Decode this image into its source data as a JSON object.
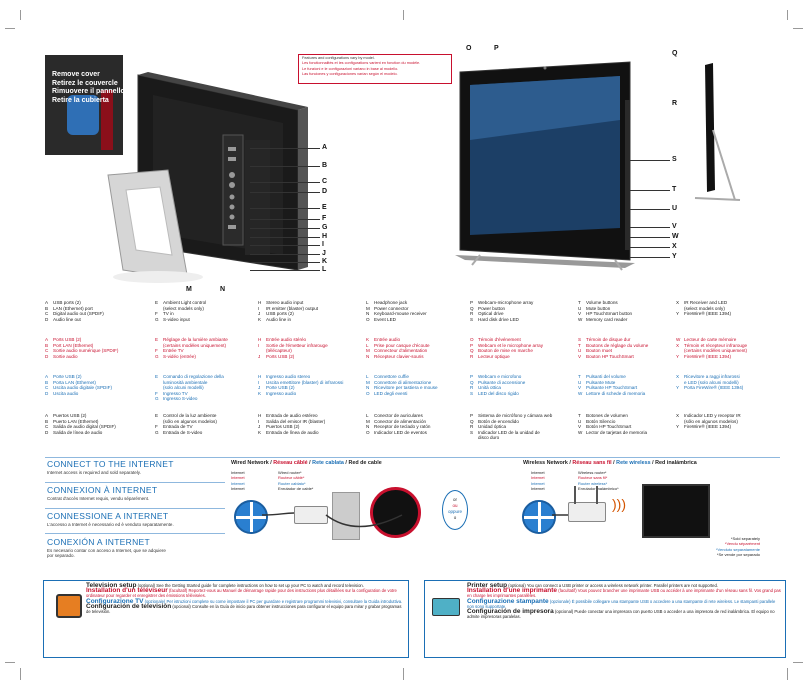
{
  "notice": {
    "lines": [
      "Features and configurations vary by model.",
      "Les fonctionnalités et les configurations varient en fonction du modèle.",
      "Le funzioni e le configurazioni variano in base al modello.",
      "Las funciones y configuraciones varían según el modelo."
    ]
  },
  "cover": {
    "lines": [
      "Remove cover",
      "Retirez le couvercle",
      "Rimuovere il pannello",
      "Retire la cubierta"
    ]
  },
  "callouts": {
    "left": [
      "A",
      "B",
      "C",
      "D",
      "E",
      "F",
      "G",
      "H",
      "I",
      "J",
      "K",
      "L"
    ],
    "bottom": [
      "M",
      "N"
    ],
    "top": [
      "O",
      "P"
    ],
    "right": [
      "Q",
      "R",
      "S",
      "T",
      "U",
      "V",
      "W",
      "X",
      "Y"
    ]
  },
  "legend": {
    "english": [
      [
        "A",
        "USB ports (2)"
      ],
      [
        "B",
        "LAN (Ethernet) port"
      ],
      [
        "C",
        "Digital audio out (SPDIF)"
      ],
      [
        "D",
        "Audio line out"
      ],
      [
        "E",
        "Ambient Light control"
      ],
      [
        "",
        "(select models only)"
      ],
      [
        "F",
        "TV in"
      ],
      [
        "G",
        "S-video input"
      ],
      [
        "H",
        "Stereo audio input"
      ],
      [
        "I",
        "IR emitter (blaster) output"
      ],
      [
        "J",
        "USB ports (2)"
      ],
      [
        "K",
        "Audio line in"
      ],
      [
        "L",
        "Headphone jack"
      ],
      [
        "M",
        "Power connector"
      ],
      [
        "N",
        "Keyboard-mouse receiver"
      ],
      [
        "O",
        "Event LED"
      ],
      [
        "P",
        "Webcam-microphone array"
      ],
      [
        "Q",
        "Power button"
      ],
      [
        "R",
        "Optical drive"
      ],
      [
        "S",
        "Hard disk drive LED"
      ],
      [
        "T",
        "Volume buttons"
      ],
      [
        "U",
        "Mute button"
      ],
      [
        "V",
        "HP TouchSmart button"
      ],
      [
        "W",
        "Memory card reader"
      ],
      [
        "X",
        "IR Receiver and LED"
      ],
      [
        "",
        "(select models only)"
      ],
      [
        "Y",
        "FireWire® (IEEE 1394)"
      ]
    ],
    "french": [
      [
        "A",
        "Ports USB (2)"
      ],
      [
        "B",
        "Port LAN (Ethernet)"
      ],
      [
        "C",
        "Sortie audio numérique (SPDIF)"
      ],
      [
        "D",
        "Sortie audio"
      ],
      [
        "E",
        "Réglage de la lumière ambiante"
      ],
      [
        "",
        "(certains modèles uniquement)"
      ],
      [
        "F",
        "Entrée TV"
      ],
      [
        "G",
        "S-vidéo (entrée)"
      ],
      [
        "H",
        "Entrée audio stéréo"
      ],
      [
        "I",
        "Sortie de l'émetteur infrarouge"
      ],
      [
        "",
        "(télécapteur)"
      ],
      [
        "J",
        "Ports USB (2)"
      ],
      [
        "K",
        "Entrée audio"
      ],
      [
        "L",
        "Prise pour casque d'écoute"
      ],
      [
        "M",
        "Connecteur d'alimentation"
      ],
      [
        "N",
        "Récepteur clavier-souris"
      ],
      [
        "O",
        "Témoin d'événement"
      ],
      [
        "P",
        "Webcam et le microphone array"
      ],
      [
        "Q",
        "Bouton de mise en marche"
      ],
      [
        "R",
        "Lecteur optique"
      ],
      [
        "S",
        "Témoin de disque dur"
      ],
      [
        "T",
        "Boutons de réglage du volume"
      ],
      [
        "U",
        "Bouton muet"
      ],
      [
        "V",
        "Bouton HP TouchSmart"
      ],
      [
        "W",
        "Lecteur de carte mémoire"
      ],
      [
        "X",
        "Témoin et récepteur infrarouge"
      ],
      [
        "",
        "(certains modèles uniquement)"
      ],
      [
        "Y",
        "FireWire® (IEEE 1394)"
      ]
    ],
    "italian": [
      [
        "A",
        "Porte USB (2)"
      ],
      [
        "B",
        "Porta LAN (Ethernet)"
      ],
      [
        "C",
        "Uscita audio digitale (SPDIF)"
      ],
      [
        "D",
        "Uscita audio"
      ],
      [
        "E",
        "Comando di regolazione della"
      ],
      [
        "",
        "luminosità ambientale"
      ],
      [
        "",
        "(solo alcuni modelli)"
      ],
      [
        "F",
        "Ingresso TV"
      ],
      [
        "G",
        "Ingresso S-video"
      ],
      [
        "H",
        "Ingresso audio stereo"
      ],
      [
        "I",
        "Uscita emettitore (blaster) di infrarossi"
      ],
      [
        "J",
        "Porte USB (2)"
      ],
      [
        "K",
        "Ingresso audio"
      ],
      [
        "L",
        "Connettore cuffie"
      ],
      [
        "M",
        "Connettore di alimentazione"
      ],
      [
        "N",
        "Ricevitore per tastiera e mouse"
      ],
      [
        "O",
        "LED degli eventi"
      ],
      [
        "P",
        "Webcam e microfono"
      ],
      [
        "Q",
        "Pulsante di accensione"
      ],
      [
        "R",
        "Unità ottica"
      ],
      [
        "S",
        "LED del disco rigido"
      ],
      [
        "T",
        "Pulsanti del volume"
      ],
      [
        "U",
        "Pulsante Mute"
      ],
      [
        "V",
        "Pulsante HP TouchSmart"
      ],
      [
        "W",
        "Lettore di schede di memoria"
      ],
      [
        "X",
        "Ricevitore a raggi infrarossi"
      ],
      [
        "",
        "e LED (solo alcuni modelli)"
      ],
      [
        "Y",
        "Porta FireWire® (IEEE 1394)"
      ]
    ],
    "spanish": [
      [
        "A",
        "Puertos USB (2)"
      ],
      [
        "B",
        "Puerto LAN (Ethernet)"
      ],
      [
        "C",
        "Salida de audio digital (SPDIF)"
      ],
      [
        "D",
        "Salida de línea de audio"
      ],
      [
        "E",
        "Control de la luz ambiente"
      ],
      [
        "",
        "(sólo en algunos modelos)"
      ],
      [
        "F",
        "Entrada de TV"
      ],
      [
        "G",
        "Entrada de S-video"
      ],
      [
        "H",
        "Entrada de audio estéreo"
      ],
      [
        "I",
        "Salida del emisor IR (blaster)"
      ],
      [
        "J",
        "Puertos USB (2)"
      ],
      [
        "K",
        "Entrada de línea de audio"
      ],
      [
        "L",
        "Conector de auriculares"
      ],
      [
        "M",
        "Conector de alimentación"
      ],
      [
        "N",
        "Receptor de teclado y ratón"
      ],
      [
        "O",
        "Indicador LED de eventos"
      ],
      [
        "P",
        "Sistema de micrófono y cámara web"
      ],
      [
        "Q",
        "Botón de encendido"
      ],
      [
        "R",
        "Unidad óptica"
      ],
      [
        "S",
        "Indicador LED de la unidad de"
      ],
      [
        "",
        "disco duro"
      ],
      [
        "T",
        "Botones de volumen"
      ],
      [
        "U",
        "Botón Silencio"
      ],
      [
        "V",
        "Botón HP TouchSmart"
      ],
      [
        "W",
        "Lector de tarjetas de memoria"
      ],
      [
        "X",
        "Indicador LED y receptor IR"
      ],
      [
        "",
        "(sólo en algunos modelos)"
      ],
      [
        "Y",
        "FireWire® (IEEE 1394)"
      ]
    ]
  },
  "connect": [
    {
      "title": "CONNECT TO THE INTERNET",
      "sub": "Internet access is required and sold separately."
    },
    {
      "title": "CONNEXION À INTERNET",
      "sub": "Contrat d'accès Internet requis, vendu séparément."
    },
    {
      "title": "CONNESSIONE A INTERNET",
      "sub": "L'accesso a Internet è necessario ed è venduto separatamente."
    },
    {
      "title": "CONEXIÓN A INTERNET",
      "sub": "Es necesario contar con acceso a Internet, que se adquiere por separado."
    }
  ],
  "wired": {
    "h1": "Wired Network",
    "h2": "Réseau câblé",
    "h3": "Rete cablata",
    "h4": "Red de cable",
    "sep": " / ",
    "left": [
      "Internet",
      "Internet",
      "Internet",
      "Internet"
    ],
    "right": [
      "Wired router*",
      "Routeur câblé*",
      "Router cablato*",
      "Enrutador de cable*"
    ]
  },
  "or": {
    "l1": "or",
    "l2": "ou",
    "l3": "oppure",
    "l4": "o"
  },
  "wireless": {
    "h1": "Wireless Network",
    "h2": "Réseau sans fil",
    "h3": "Rete wireless",
    "h4": "Red inalámbrica",
    "sep": " / ",
    "left": [
      "Internet",
      "Internet",
      "Internet",
      "Internet"
    ],
    "right": [
      "Wireless router*",
      "Routeur sans fil*",
      "Router wireless*",
      "Enrutador inalámbrico*"
    ]
  },
  "sold": [
    "*Sold separately",
    "*Vendu séparément",
    "*Venduto separatamente",
    "*Se vende por separado"
  ],
  "tv": [
    {
      "title": "Television setup",
      "opt": "(optional)",
      "text": "See the Getting Started guide for complete instructions on how to set up your PC to watch and record television."
    },
    {
      "title": "Installation d'un téléviseur",
      "opt": "(facultatif)",
      "text": "Reportez-vous au Manuel de démarrage rapide pour des instructions plus détaillées sur la configuration de votre ordinateur pour regarder et enregistrer des émissions télévisées."
    },
    {
      "title": "Configurazione TV",
      "opt": "(opzionale)",
      "text": "Per istruzioni complete su come impostare il PC per guardare e registrare programmi televisivi, consultare la Guida introduttiva."
    },
    {
      "title": "Configuración de televisión",
      "opt": "(opcional)",
      "text": "Consulte en la Guía de inicio para obtener instrucciones para configurar el equipo para mirar y grabar programas de televisión."
    }
  ],
  "printer": [
    {
      "title": "Printer setup",
      "opt": "(optional)",
      "text": "You can connect a USB printer or access a wireless network printer. Parallel printers are not supported."
    },
    {
      "title": "Installation d'une imprimante",
      "opt": "(facultatif)",
      "text": "Vous pouvez brancher une imprimante USB ou accéder à une imprimante d'un réseau sans fil. Vos grand pas en charge les imprimantes parallèles."
    },
    {
      "title": "Configurazione stampante",
      "opt": "(opzionale)",
      "text": "È possibile collegare una stampante USB o accedere a una stampante di rete wireless. Le stampanti parallele non sono supportate."
    },
    {
      "title": "Configuración de impresora",
      "opt": "(opcional)",
      "text": "Puede conectar una impresora con puerto USB o acceder a una impresora de red inalámbrica. El equipo no admite impresoras paralelas."
    }
  ]
}
